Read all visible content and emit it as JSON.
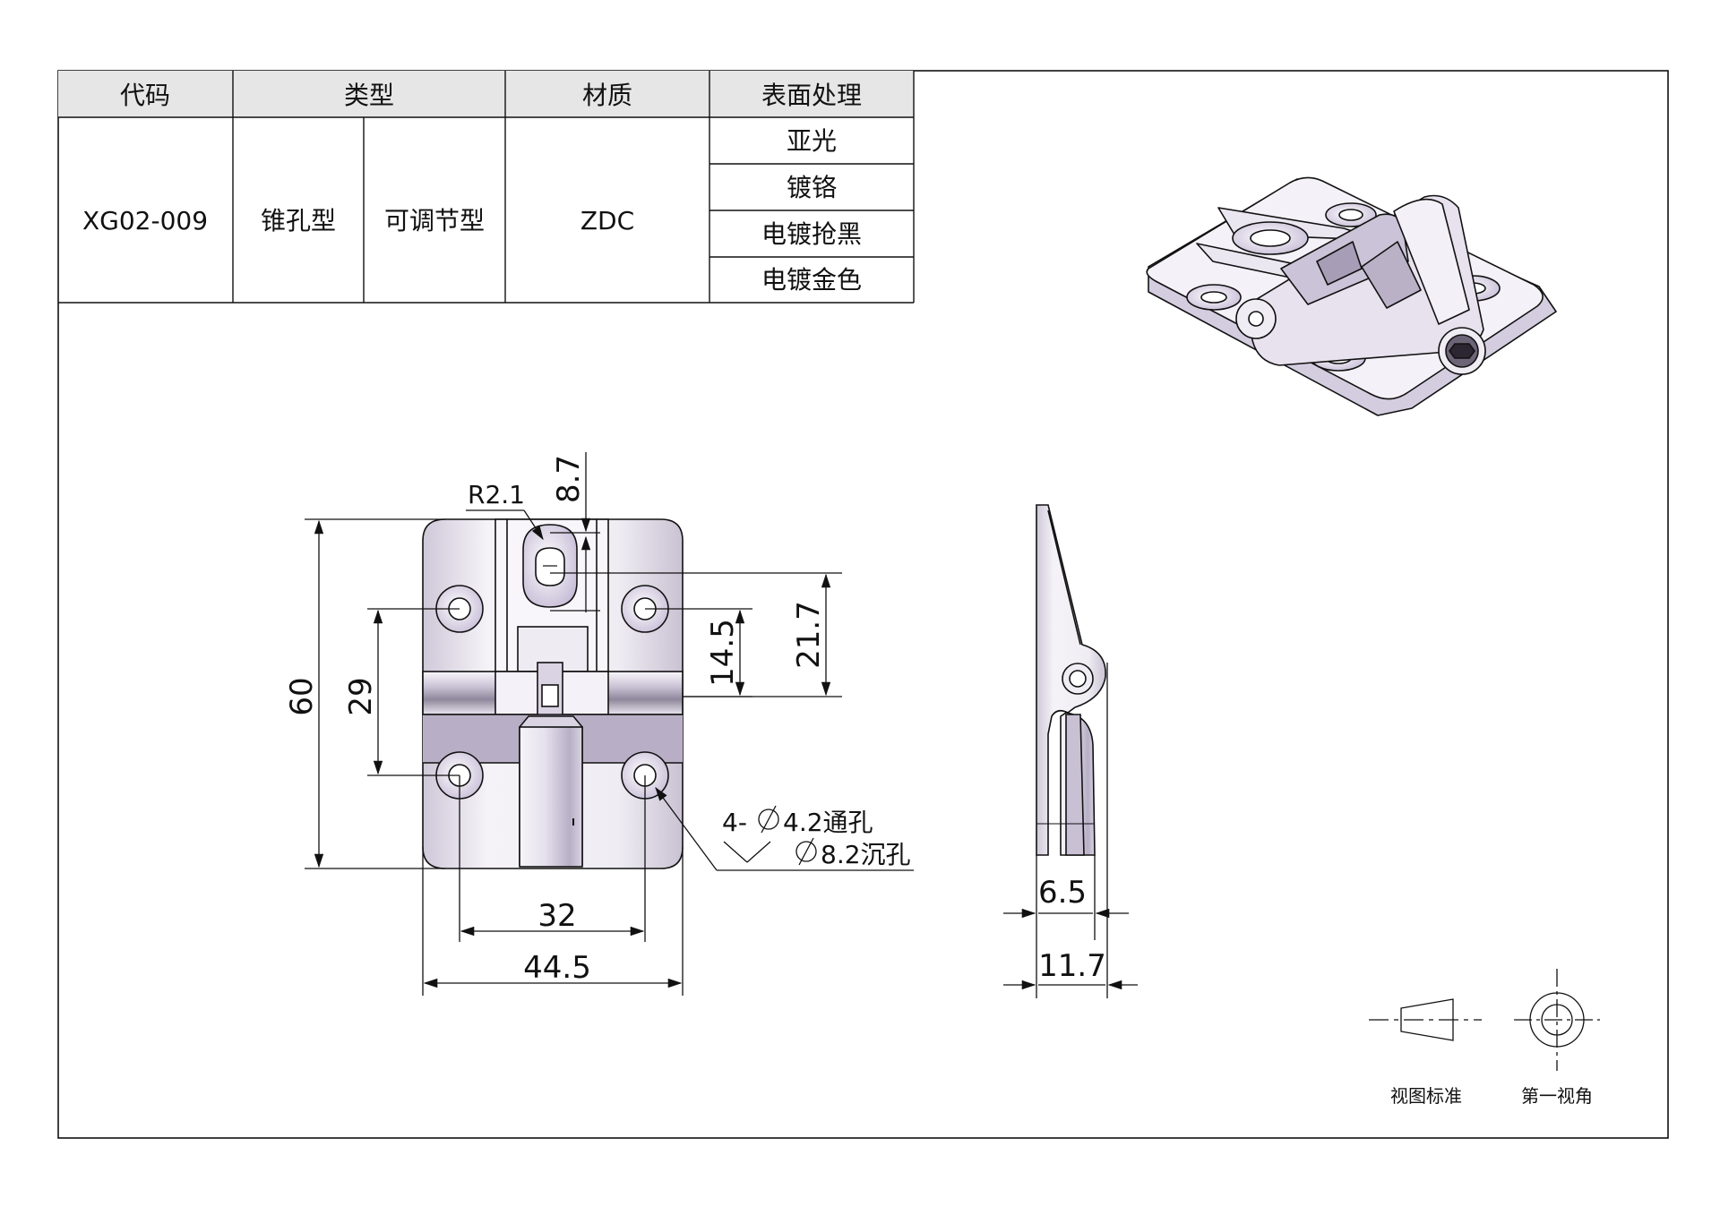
{
  "table": {
    "headers": {
      "code": "代码",
      "type": "类型",
      "material": "材质",
      "finish": "表面处理"
    },
    "row": {
      "code": "XG02-009",
      "type_1": "锥孔型",
      "type_2": "可调节型",
      "material": "ZDC",
      "finishes": [
        "亚光",
        "镀铬",
        "电镀抢黑",
        "电镀金色"
      ]
    }
  },
  "dimensions": {
    "radius": "R2.1",
    "slot_height": "8.7",
    "height_total": "60",
    "hole_spacing_vertical": "29",
    "dim_14_5": "14.5",
    "dim_21_7": "21.7",
    "hole_spacing_horizontal": "32",
    "width_total": "44.5",
    "hole_note_prefix": "4-",
    "through_hole": "4.2通孔",
    "countersink": "8.2沉孔",
    "side_thickness": "6.5",
    "side_total": "11.7"
  },
  "symbols": {
    "view_standard": "视图标准",
    "first_angle": "第一视角"
  },
  "colors": {
    "line": "#111111",
    "part_fill": "#f1eef6",
    "part_shade": "#cfc8dc",
    "header_fill": "#e6e6e6"
  }
}
